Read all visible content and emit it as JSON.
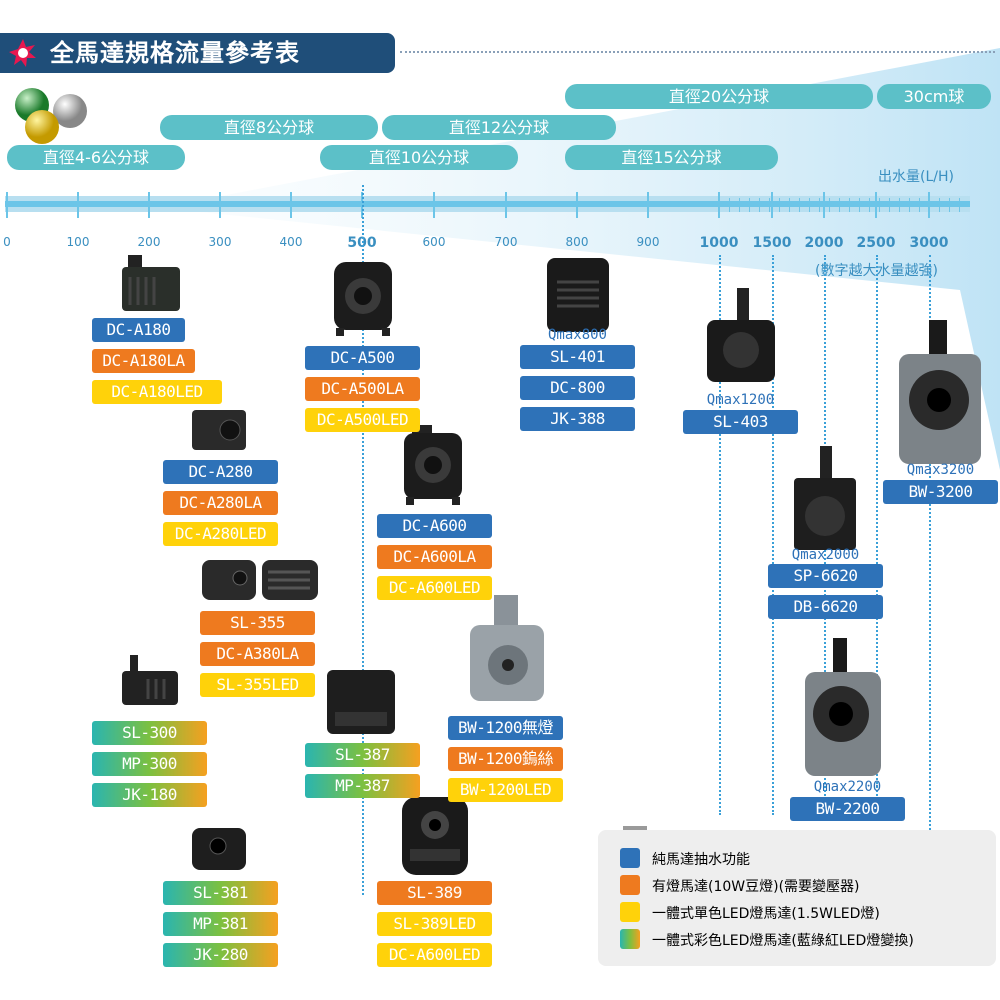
{
  "title": "全馬達規格流量參考表",
  "balls": [
    {
      "label": "直徑4-6公分球"
    },
    {
      "label": "直徑8公分球"
    },
    {
      "label": "直徑12公分球"
    },
    {
      "label": "直徑10公分球"
    },
    {
      "label": "直徑20公分球"
    },
    {
      "label": "30cm球"
    },
    {
      "label": "直徑15公分球"
    }
  ],
  "axis": {
    "unit_label": "出水量(L/H)",
    "note": "(數字越大水量越強)",
    "ticks": [
      "0",
      "100",
      "200",
      "300",
      "400",
      "500",
      "600",
      "700",
      "800",
      "900",
      "1000",
      "1500",
      "2000",
      "2500",
      "3000"
    ]
  },
  "pumps": {
    "a180": {
      "models": [
        "DC-A180",
        "DC-A180LA",
        "DC-A180LED"
      ]
    },
    "a280": {
      "models": [
        "DC-A280",
        "DC-A280LA",
        "DC-A280LED"
      ]
    },
    "sl355": {
      "models": [
        "SL-355",
        "DC-A380LA",
        "SL-355LED"
      ]
    },
    "sl300": {
      "models": [
        "SL-300",
        "MP-300",
        "JK-180"
      ]
    },
    "sl381": {
      "models": [
        "SL-381",
        "MP-381",
        "JK-280"
      ]
    },
    "a500": {
      "models": [
        "DC-A500",
        "DC-A500LA",
        "DC-A500LED"
      ]
    },
    "a600": {
      "models": [
        "DC-A600",
        "DC-A600LA",
        "DC-A600LED"
      ]
    },
    "sl387": {
      "models": [
        "SL-387",
        "MP-387"
      ]
    },
    "bw1200": {
      "models": [
        "BW-1200無燈",
        "BW-1200鎢絲",
        "BW-1200LED"
      ]
    },
    "sl389": {
      "models": [
        "SL-389",
        "SL-389LED",
        "DC-A600LED"
      ]
    },
    "sl401": {
      "qmax": "Qmax800",
      "models": [
        "SL-401",
        "DC-800",
        "JK-388"
      ]
    },
    "sl403": {
      "qmax": "Qmax1200",
      "models": [
        "SL-403"
      ]
    },
    "sp6620": {
      "qmax": "Qmax2000",
      "models": [
        "SP-6620",
        "DB-6620"
      ]
    },
    "bw2200": {
      "qmax": "Qmax2200",
      "models": [
        "BW-2200"
      ]
    },
    "bw3200": {
      "qmax": "Qmax3200",
      "models": [
        "BW-3200"
      ]
    }
  },
  "legend": [
    {
      "label": "純馬達抽水功能",
      "color": "#2e72b8"
    },
    {
      "label": "有燈馬達(10W豆燈)(需要變壓器)",
      "color": "#ee7a1f"
    },
    {
      "label": "一體式單色LED燈馬達(1.5WLED燈)",
      "color": "#ffd20a"
    },
    {
      "label": "一體式彩色LED燈馬達(藍綠紅LED燈變換)",
      "color": "gradient"
    }
  ]
}
